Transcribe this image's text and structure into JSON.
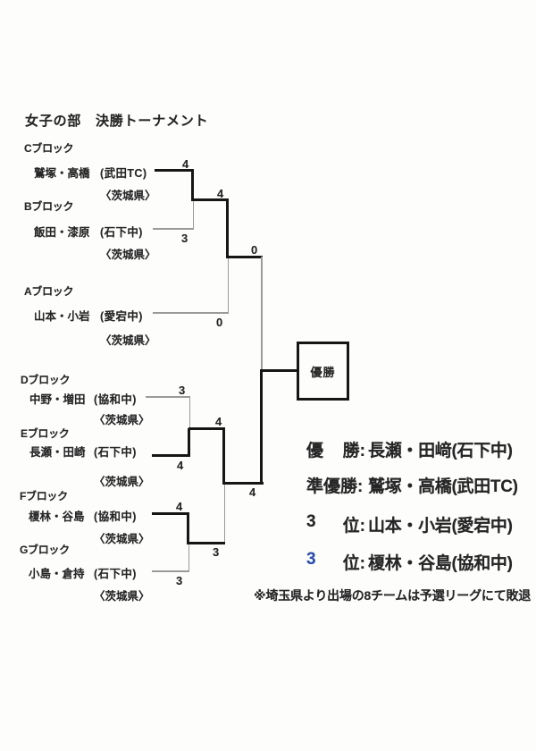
{
  "page": {
    "title": "女子の部　決勝トーナメント"
  },
  "bracket": {
    "blocks": [
      {
        "block": "Cブロック",
        "team": "鷲塚・高橋",
        "club": "(武田TC)",
        "pref": "〈茨城県〉",
        "score": "4"
      },
      {
        "block": "Bブロック",
        "team": "飯田・漆原",
        "club": "(石下中)",
        "pref": "〈茨城県〉",
        "score": "3"
      },
      {
        "block": "Aブロック",
        "team": "山本・小岩",
        "club": "(愛宕中)",
        "pref": "〈茨城県〉",
        "score": "0"
      },
      {
        "block": "Dブロック",
        "team": "中野・増田",
        "club": "(協和中)",
        "pref": "〈茨城県〉",
        "score": "3"
      },
      {
        "block": "Eブロック",
        "team": "長瀬・田崎",
        "club": "(石下中)",
        "pref": "〈茨城県〉",
        "score": "4"
      },
      {
        "block": "Fブロック",
        "team": "榎林・谷島",
        "club": "(協和中)",
        "pref": "〈茨城県〉",
        "score": "4"
      },
      {
        "block": "Gブロック",
        "team": "小島・倉持",
        "club": "(石下中)",
        "pref": "〈茨城県〉",
        "score": "3"
      }
    ],
    "advance_scores": {
      "semifinal_top": "4",
      "final_top": "0",
      "semifinal_bottom_de": "4",
      "semifinal_bottom_fg": "3",
      "final_bottom": "4"
    },
    "champion_box_label": "優勝"
  },
  "results": {
    "rows": [
      {
        "rank_a": "優",
        "rank_b": "勝:",
        "team": "長瀬・田﨑(石下中)"
      },
      {
        "rank_a": "準優勝:",
        "rank_b": "",
        "team": "鷲塚・高橋(武田TC)"
      },
      {
        "rank_a": "3",
        "rank_b": "位:",
        "team": "山本・小岩(愛宕中)"
      },
      {
        "rank_a": "3",
        "rank_b": "位:",
        "team": "榎林・谷島(協和中)"
      }
    ],
    "note": "※埼玉県より出場の8チームは予選リーグにて敗退"
  },
  "colors": {
    "ink": "#262626",
    "bold_line": "#161616",
    "thin_line": "#9a9a9a",
    "handwritten_blue": "#2b4ea8"
  }
}
